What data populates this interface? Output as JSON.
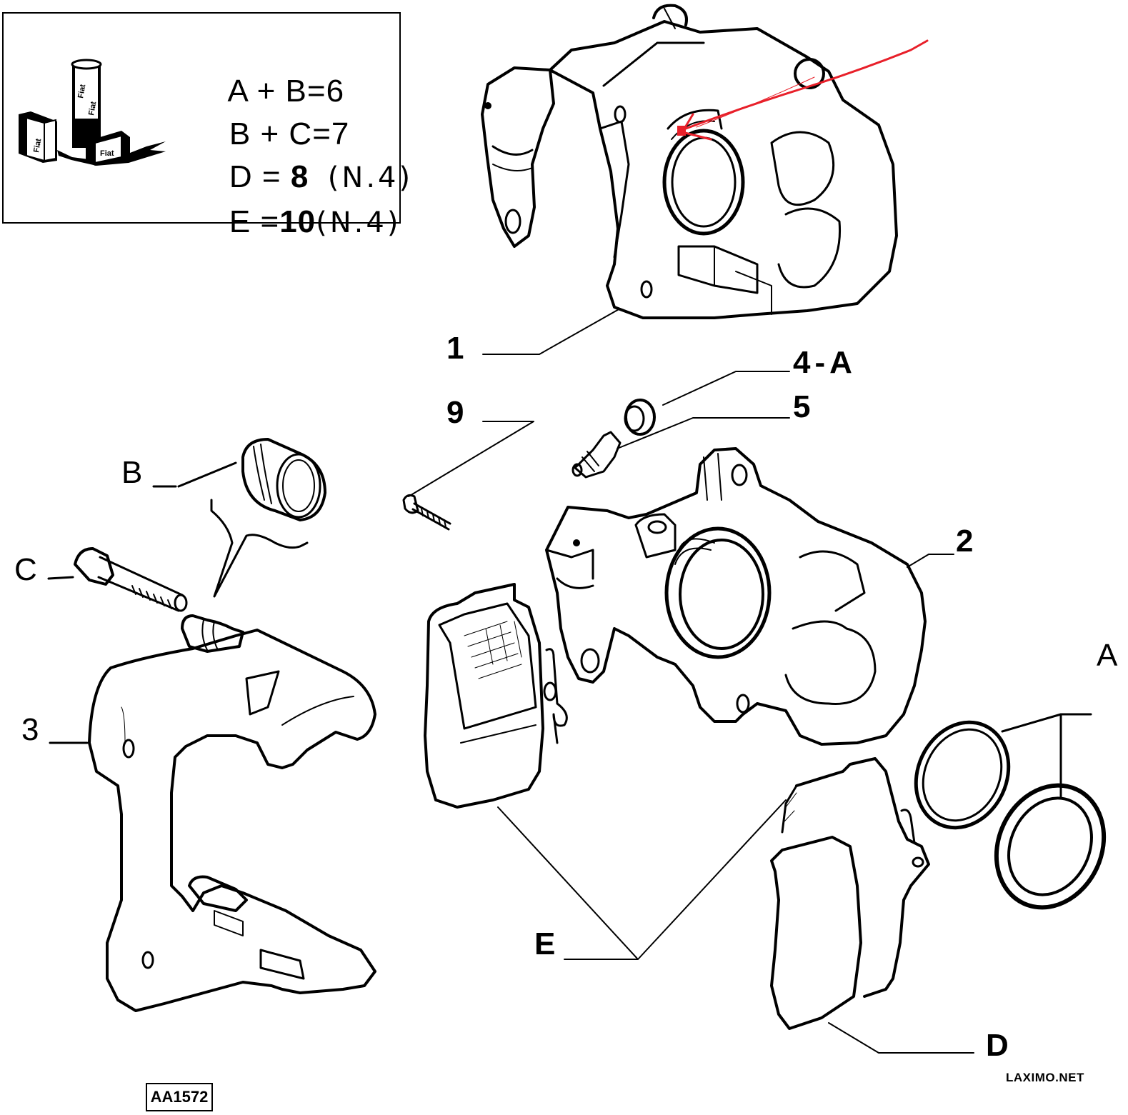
{
  "diagram": {
    "title": "Rear brake caliper exploded view",
    "reference_code": "AA1572",
    "watermark": "LAXIMO.NET",
    "accent_color": "#e8202a",
    "line_color": "#000000"
  },
  "legend": {
    "icon": "fiat-lubricant-cans-icon",
    "icon_labels": [
      "Fiat",
      "Fiat",
      "Fiat",
      "Fiat"
    ],
    "lines": [
      {
        "lhs": "A + B",
        "eq": "=",
        "value": "6",
        "qty": ""
      },
      {
        "lhs": "B + C",
        "eq": "=",
        "value": "7",
        "qty": ""
      },
      {
        "lhs": "D",
        "eq": "=",
        "value": "8",
        "qty": "(N.4)"
      },
      {
        "lhs": "E",
        "eq": "=",
        "value": "10",
        "qty": "(N.4)"
      }
    ]
  },
  "callouts": [
    {
      "id": "1",
      "label": "1",
      "part": "caliper-assembly"
    },
    {
      "id": "2",
      "label": "2",
      "part": "caliper-body"
    },
    {
      "id": "3",
      "label": "3",
      "part": "caliper-bracket"
    },
    {
      "id": "4A",
      "label": "4-A",
      "part": "bleed-screw-cap"
    },
    {
      "id": "5",
      "label": "5",
      "part": "bleed-screw"
    },
    {
      "id": "9",
      "label": "9",
      "part": "bolt"
    },
    {
      "id": "A",
      "label": "A",
      "part": "piston-seals"
    },
    {
      "id": "B",
      "label": "B",
      "part": "guide-pin-boot"
    },
    {
      "id": "C",
      "label": "C",
      "part": "guide-pin-bolt"
    },
    {
      "id": "D",
      "label": "D",
      "part": "brake-pad-shim"
    },
    {
      "id": "E",
      "label": "E",
      "part": "brake-pads"
    }
  ]
}
